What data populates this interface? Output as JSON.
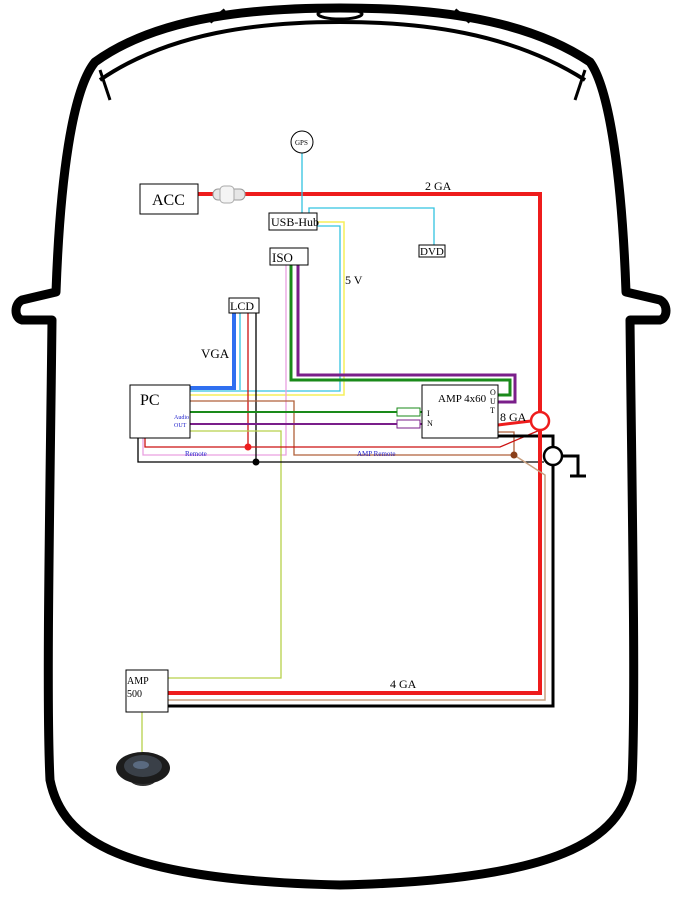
{
  "components": {
    "acc": "ACC",
    "gps": "GPS",
    "usb_hub": "USB-Hub",
    "dvd": "DVD",
    "iso": "ISO",
    "lcd": "LCD",
    "pc": "PC",
    "audio_out_1": "Audio",
    "audio_out_2": "OUT",
    "amp4x60": "AMP 4x60",
    "amp_in_1": "I",
    "amp_in_2": "N",
    "amp_out_1": "O",
    "amp_out_2": "U",
    "amp_out_3": "T",
    "amp500_1": "AMP",
    "amp500_2": "500"
  },
  "labels": {
    "ga2": "2 GA",
    "v5": "5 V",
    "vga": "VGA",
    "ga8": "8 GA",
    "ga4": "4 GA",
    "remote": "Remote",
    "amp_remote": "AMP Remote"
  },
  "colors": {
    "power": "#ee1c1c",
    "usb": "#33c3e0",
    "yellow": "#f5ef5a",
    "green": "#1a8a1a",
    "purple": "#7a1e8a",
    "pink": "#e9a0e0",
    "vga": "#2f6ff0",
    "brown": "#b0603a",
    "ground": "#000000",
    "lime": "#b6d14a",
    "blue_text": "#2222cc"
  }
}
